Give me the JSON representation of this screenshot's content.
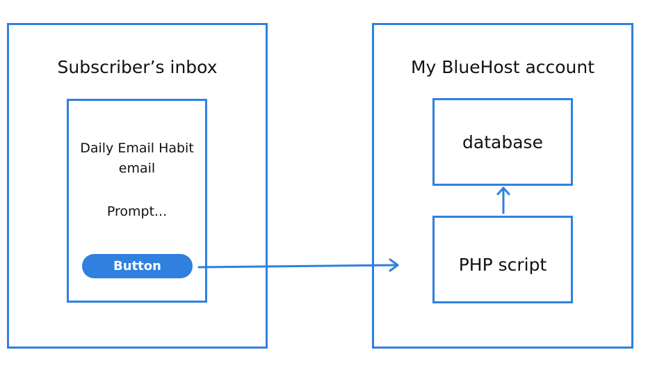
{
  "diagram": {
    "left_panel": {
      "title": "Subscriber’s inbox",
      "email_card": {
        "line1": "Daily Email Habit",
        "line2": "email",
        "prompt": "Prompt...",
        "button_label": "Button"
      }
    },
    "right_panel": {
      "title": "My BlueHost account",
      "database_label": "database",
      "php_label": "PHP script"
    },
    "colors": {
      "accent": "#2f80df",
      "text": "#111111",
      "background": "#ffffff",
      "button_text": "#ffffff"
    }
  }
}
